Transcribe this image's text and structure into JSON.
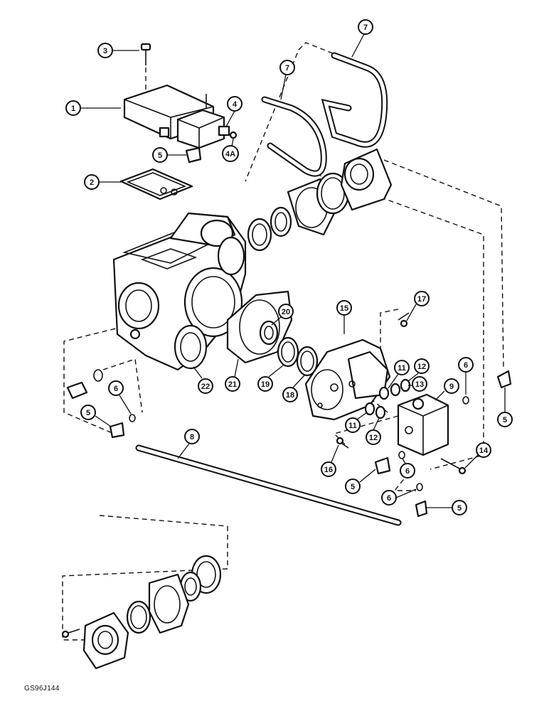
{
  "figure_code": "GS96J144",
  "callouts": [
    {
      "id": "c1",
      "label": "1"
    },
    {
      "id": "c2",
      "label": "2"
    },
    {
      "id": "c3",
      "label": "3"
    },
    {
      "id": "c4",
      "label": "4"
    },
    {
      "id": "c4a",
      "label": "4A"
    },
    {
      "id": "c5a",
      "label": "5"
    },
    {
      "id": "c5b",
      "label": "5"
    },
    {
      "id": "c5c",
      "label": "5"
    },
    {
      "id": "c5d",
      "label": "5"
    },
    {
      "id": "c5e",
      "label": "5"
    },
    {
      "id": "c6a",
      "label": "6"
    },
    {
      "id": "c6b",
      "label": "6"
    },
    {
      "id": "c6c",
      "label": "6"
    },
    {
      "id": "c6d",
      "label": "6"
    },
    {
      "id": "c7a",
      "label": "7"
    },
    {
      "id": "c7b",
      "label": "7"
    },
    {
      "id": "c8",
      "label": "8"
    },
    {
      "id": "c9",
      "label": "9"
    },
    {
      "id": "c11a",
      "label": "11"
    },
    {
      "id": "c11b",
      "label": "11"
    },
    {
      "id": "c12a",
      "label": "12"
    },
    {
      "id": "c12b",
      "label": "12"
    },
    {
      "id": "c13",
      "label": "13"
    },
    {
      "id": "c14",
      "label": "14"
    },
    {
      "id": "c15",
      "label": "15"
    },
    {
      "id": "c16",
      "label": "16"
    },
    {
      "id": "c17",
      "label": "17"
    },
    {
      "id": "c18",
      "label": "18"
    },
    {
      "id": "c19",
      "label": "19"
    },
    {
      "id": "c20",
      "label": "20"
    },
    {
      "id": "c21",
      "label": "21"
    },
    {
      "id": "c22",
      "label": "22"
    }
  ]
}
